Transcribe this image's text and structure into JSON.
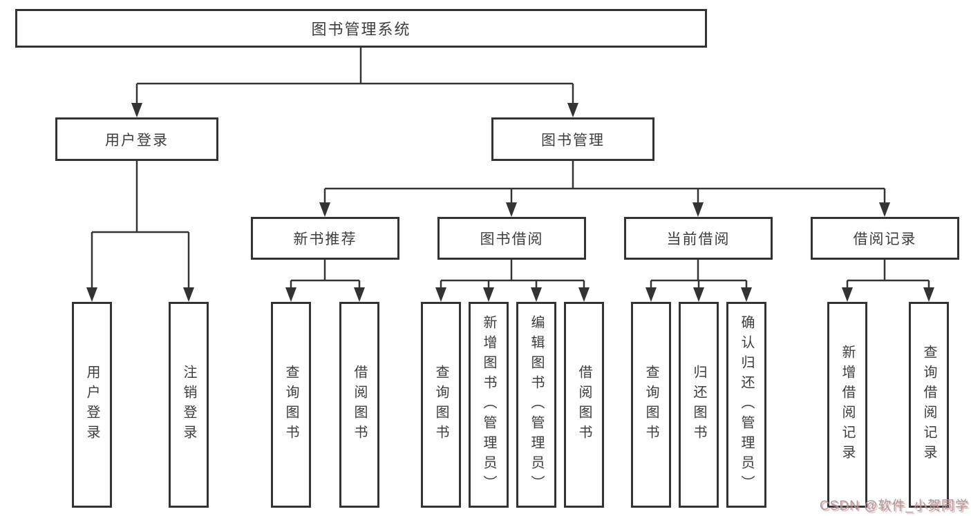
{
  "tree": {
    "label": "图书管理系统",
    "children": [
      {
        "label": "用户登录",
        "children": [
          {
            "label": "用户登录"
          },
          {
            "label": "注销登录"
          }
        ]
      },
      {
        "label": "图书管理",
        "children": [
          {
            "label": "新书推荐",
            "children": [
              {
                "label": "查询图书"
              },
              {
                "label": "借阅图书"
              }
            ]
          },
          {
            "label": "图书借阅",
            "children": [
              {
                "label": "查询图书"
              },
              {
                "label": "新增图书（管理员）"
              },
              {
                "label": "编辑图书（管理员）"
              },
              {
                "label": "借阅图书"
              }
            ]
          },
          {
            "label": "当前借阅",
            "children": [
              {
                "label": "查询图书"
              },
              {
                "label": "归还图书"
              },
              {
                "label": "确认归还（管理员）"
              }
            ]
          },
          {
            "label": "借阅记录",
            "children": [
              {
                "label": "新增借阅记录"
              },
              {
                "label": "查询借阅记录"
              }
            ]
          }
        ]
      }
    ]
  },
  "watermark": {
    "text": "CSDN @软件_小贺同学"
  },
  "colors": {
    "line": "#333333",
    "box_border": "#333333",
    "box_fill": "#ffffff",
    "text": "#3d3d3d",
    "watermark_text": "#9e9e9e",
    "watermark_shadow": "#e87878"
  }
}
